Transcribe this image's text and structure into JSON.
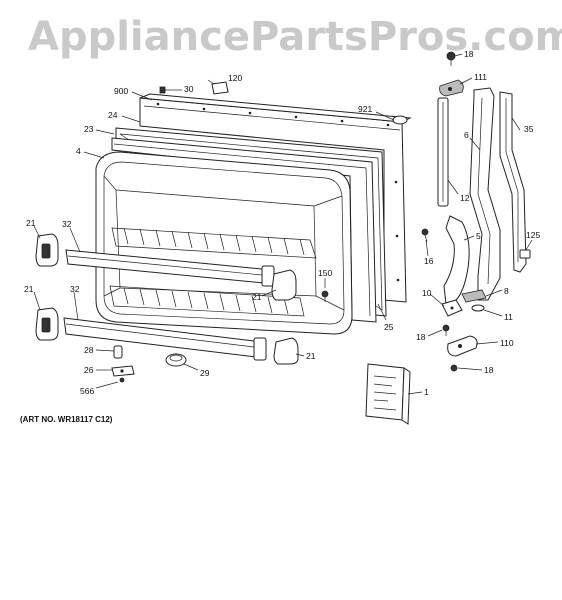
{
  "watermark": "AppliancePartsPros.com",
  "art_number": "(ART NO. WR18117 C12)",
  "callouts": [
    {
      "id": "18",
      "label": "18"
    },
    {
      "id": "120",
      "label": "120"
    },
    {
      "id": "900",
      "label": "900"
    },
    {
      "id": "30",
      "label": "30"
    },
    {
      "id": "111",
      "label": "111"
    },
    {
      "id": "24",
      "label": "24"
    },
    {
      "id": "921",
      "label": "921"
    },
    {
      "id": "35",
      "label": "35"
    },
    {
      "id": "23",
      "label": "23"
    },
    {
      "id": "6",
      "label": "6"
    },
    {
      "id": "4",
      "label": "4"
    },
    {
      "id": "12",
      "label": "12"
    },
    {
      "id": "21a",
      "label": "21"
    },
    {
      "id": "32a",
      "label": "32"
    },
    {
      "id": "5",
      "label": "5"
    },
    {
      "id": "125",
      "label": "125"
    },
    {
      "id": "16",
      "label": "16"
    },
    {
      "id": "150",
      "label": "150"
    },
    {
      "id": "21b",
      "label": "21"
    },
    {
      "id": "10",
      "label": "10"
    },
    {
      "id": "8",
      "label": "8"
    },
    {
      "id": "21c",
      "label": "21"
    },
    {
      "id": "32b",
      "label": "32"
    },
    {
      "id": "25",
      "label": "25"
    },
    {
      "id": "11",
      "label": "11"
    },
    {
      "id": "18b",
      "label": "18"
    },
    {
      "id": "110",
      "label": "110"
    },
    {
      "id": "28",
      "label": "28"
    },
    {
      "id": "21d",
      "label": "21"
    },
    {
      "id": "26",
      "label": "26"
    },
    {
      "id": "29",
      "label": "29"
    },
    {
      "id": "18c",
      "label": "18"
    },
    {
      "id": "566",
      "label": "566"
    },
    {
      "id": "1",
      "label": "1"
    }
  ]
}
